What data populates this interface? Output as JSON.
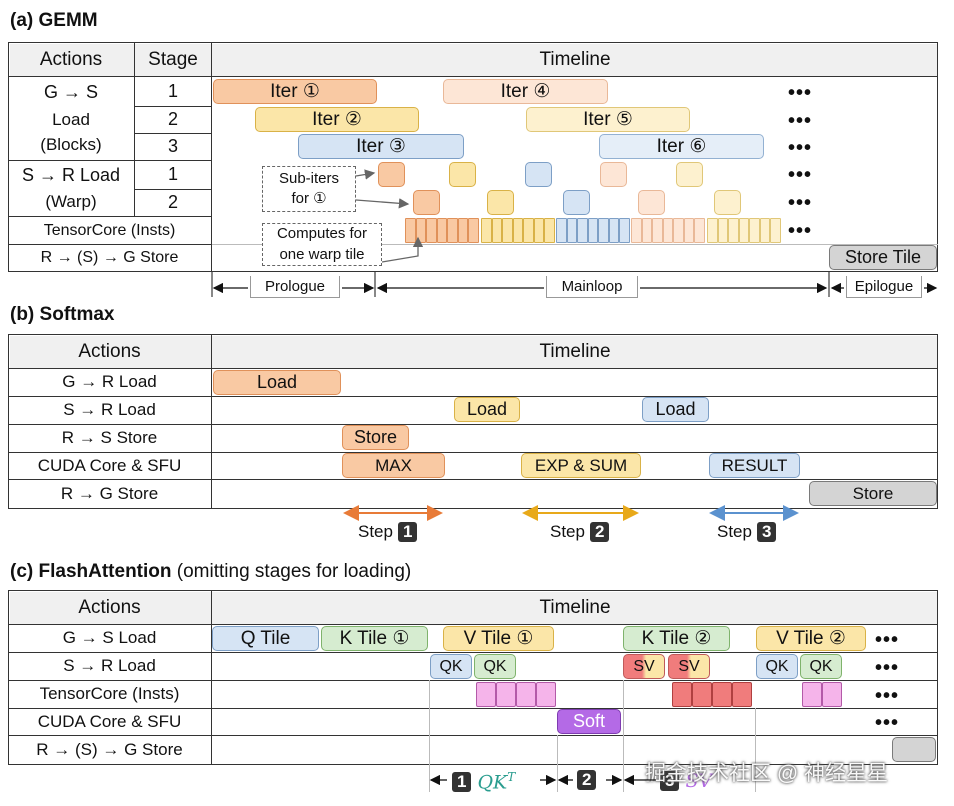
{
  "colors": {
    "orange": "#f9c9a3",
    "orange_border": "#e0915a",
    "orange_light": "#fde6d6",
    "orange_light_border": "#e9b898",
    "yellow": "#fbe6a8",
    "yellow_border": "#d9b247",
    "yellow_light": "#fdf1cf",
    "yellow_light_border": "#e0c778",
    "blue": "#d6e4f4",
    "blue_border": "#7d9fc6",
    "green": "#d6ecd0",
    "green_border": "#7fb36c",
    "pink": "#f5b4ea",
    "pink_border": "#b35aa8",
    "purple": "#b46ae6",
    "red": "#f07c7c",
    "gray": "#d4d4d4",
    "gray_border": "#7a7a7a",
    "step1": "#e87b38",
    "step2": "#e8a91a",
    "step3": "#5b92cf"
  },
  "gemm": {
    "title": "(a) GEMM",
    "header_actions": "Actions",
    "header_stage": "Stage",
    "header_timeline": "Timeline",
    "rows": [
      {
        "action": "G → S Load (Blocks)",
        "stages": [
          "1",
          "2",
          "3"
        ]
      },
      {
        "action": "S → R Load (Warp)",
        "stages": [
          "1",
          "2"
        ]
      },
      {
        "action": "TensorCore (Insts)"
      },
      {
        "action": "R → (S) → G Store"
      }
    ],
    "g2s_line1": "G → S",
    "g2s_line2": "Load",
    "g2s_line3": "(Blocks)",
    "s2r_line1": "S → R Load",
    "s2r_line2": "(Warp)",
    "iters": [
      "Iter ①",
      "Iter ②",
      "Iter ③",
      "Iter ④",
      "Iter ⑤",
      "Iter ⑥"
    ],
    "note_subiters": [
      "Sub-iters",
      "for ①"
    ],
    "note_computes": [
      "Computes for",
      "one warp tile"
    ],
    "store_tile": "Store Tile",
    "phases": [
      "Prologue",
      "Mainloop",
      "Epilogue"
    ],
    "ellipsis": "•••"
  },
  "softmax": {
    "title": "(b) Softmax",
    "header_actions": "Actions",
    "header_timeline": "Timeline",
    "rows": [
      "G → R Load",
      "S → R Load",
      "R → S Store",
      "CUDA Core & SFU",
      "R → G Store"
    ],
    "blocks": {
      "load1": "Load",
      "load2": "Load",
      "load3": "Load",
      "store_s": "Store",
      "max": "MAX",
      "exp_sum": "EXP & SUM",
      "result": "RESULT",
      "store_g": "Store"
    },
    "steps": [
      {
        "label": "Step",
        "num": "1"
      },
      {
        "label": "Step",
        "num": "2"
      },
      {
        "label": "Step",
        "num": "3"
      }
    ]
  },
  "flash": {
    "title_bold": "(c) FlashAttention",
    "title_rest": " (omitting stages for loading)",
    "header_actions": "Actions",
    "header_timeline": "Timeline",
    "rows": [
      "G → S Load",
      "S → R Load",
      "TensorCore (Insts)",
      "CUDA Core & SFU",
      "R → (S) → G Store"
    ],
    "blocks": {
      "q_tile": "Q Tile",
      "k_tile1": "K Tile ①",
      "v_tile1": "V Tile ①",
      "k_tile2": "K Tile ②",
      "v_tile2": "V Tile ②",
      "qk": "QK",
      "sv": "SV",
      "soft": "Soft"
    },
    "bottom_labels": [
      {
        "num": "1",
        "math": "QK",
        "sup": "T"
      },
      {
        "num": "2",
        "math": "",
        "sup": ""
      },
      {
        "num": "3",
        "math": "SV",
        "sup": ""
      }
    ],
    "ellipsis": "•••"
  },
  "watermark": "掘金技术社区 @ 神经星星"
}
